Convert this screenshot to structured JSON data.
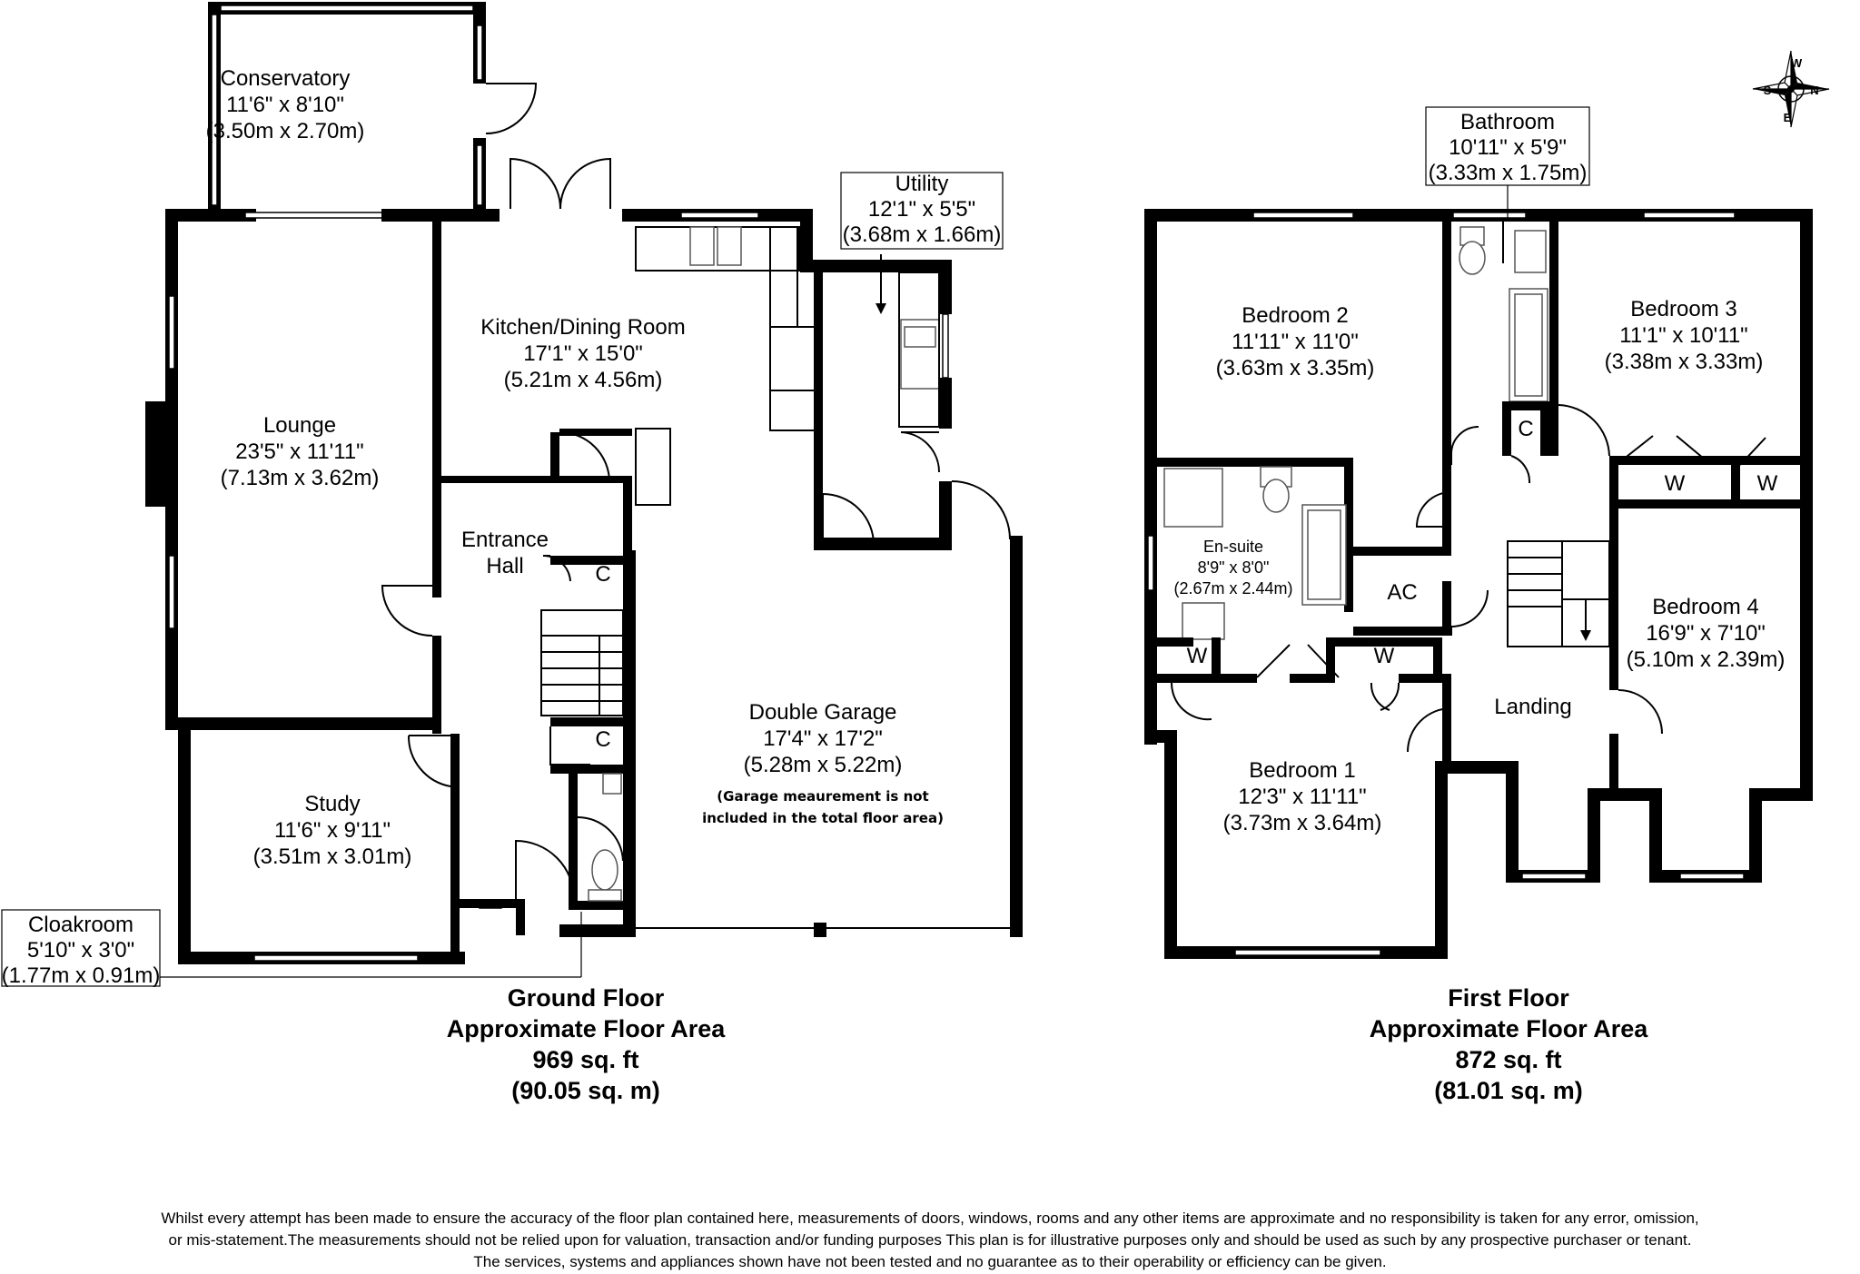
{
  "rooms": {
    "conservatory": {
      "name": "Conservatory",
      "imperial": "11'6\" x 8'10\"",
      "metric": "(3.50m x 2.70m)"
    },
    "kitchen": {
      "name": "Kitchen/Dining Room",
      "imperial": "17'1\" x 15'0\"",
      "metric": "(5.21m x 4.56m)"
    },
    "utility": {
      "name": "Utility",
      "imperial": "12'1\" x 5'5\"",
      "metric": "(3.68m x 1.66m)"
    },
    "lounge": {
      "name": "Lounge",
      "imperial": "23'5\" x 11'11\"",
      "metric": "(7.13m x 3.62m)"
    },
    "entrance": {
      "name_line1": "Entrance",
      "name_line2": "Hall"
    },
    "garage": {
      "name": "Double Garage",
      "imperial": "17'4\" x 17'2\"",
      "metric": "(5.28m x 5.22m)",
      "note_line1": "(Garage meaurement is not",
      "note_line2": "included in the total floor area)"
    },
    "study": {
      "name": "Study",
      "imperial": "11'6\" x 9'11\"",
      "metric": "(3.51m x 3.01m)"
    },
    "cloakroom": {
      "name": "Cloakroom",
      "imperial": "5'10\" x 3'0\"",
      "metric": "(1.77m x 0.91m)"
    },
    "bathroom": {
      "name": "Bathroom",
      "imperial": "10'11\" x 5'9\"",
      "metric": "(3.33m x 1.75m)"
    },
    "bedroom2": {
      "name": "Bedroom 2",
      "imperial": "11'11\" x 11'0\"",
      "metric": "(3.63m x 3.35m)"
    },
    "bedroom3": {
      "name": "Bedroom 3",
      "imperial": "11'1\" x 10'11\"",
      "metric": "(3.38m x 3.33m)"
    },
    "ensuite": {
      "name": "En-suite",
      "imperial": "8'9\" x 8'0\"",
      "metric": "(2.67m x 2.44m)"
    },
    "bedroom4": {
      "name": "Bedroom 4",
      "imperial": "16'9\" x 7'10\"",
      "metric": "(5.10m x 2.39m)"
    },
    "landing": {
      "name": "Landing"
    },
    "bedroom1": {
      "name": "Bedroom 1",
      "imperial": "12'3\" x 11'11\"",
      "metric": "(3.73m x 3.64m)"
    }
  },
  "cupboards": {
    "c": "C",
    "w": "W",
    "ac": "AC"
  },
  "ground_floor": {
    "title": "Ground Floor",
    "subtitle": "Approximate Floor Area",
    "sqft": "969 sq. ft",
    "sqm": "(90.05  sq. m)"
  },
  "first_floor": {
    "title": "First Floor",
    "subtitle": "Approximate Floor Area",
    "sqft": "872 sq. ft",
    "sqm": "(81.01  sq. m)"
  },
  "compass": {
    "n": "N",
    "s": "S",
    "e": "E",
    "w": "W"
  },
  "disclaimer": {
    "line1": "Whilst every attempt has been made to ensure the accuracy of the floor plan contained here, measurements of doors, windows, rooms and any other items are approximate and no responsibility is taken for any error, omission,",
    "line2": "or mis-statement.The measurements should not be relied upon for valuation, transaction and/or funding purposes This plan is for illustrative purposes only and should be used as such by any prospective purchaser or tenant.",
    "line3": "The services, systems and appliances shown have not been tested and no guarantee as to their operability or efficiency can be given."
  }
}
